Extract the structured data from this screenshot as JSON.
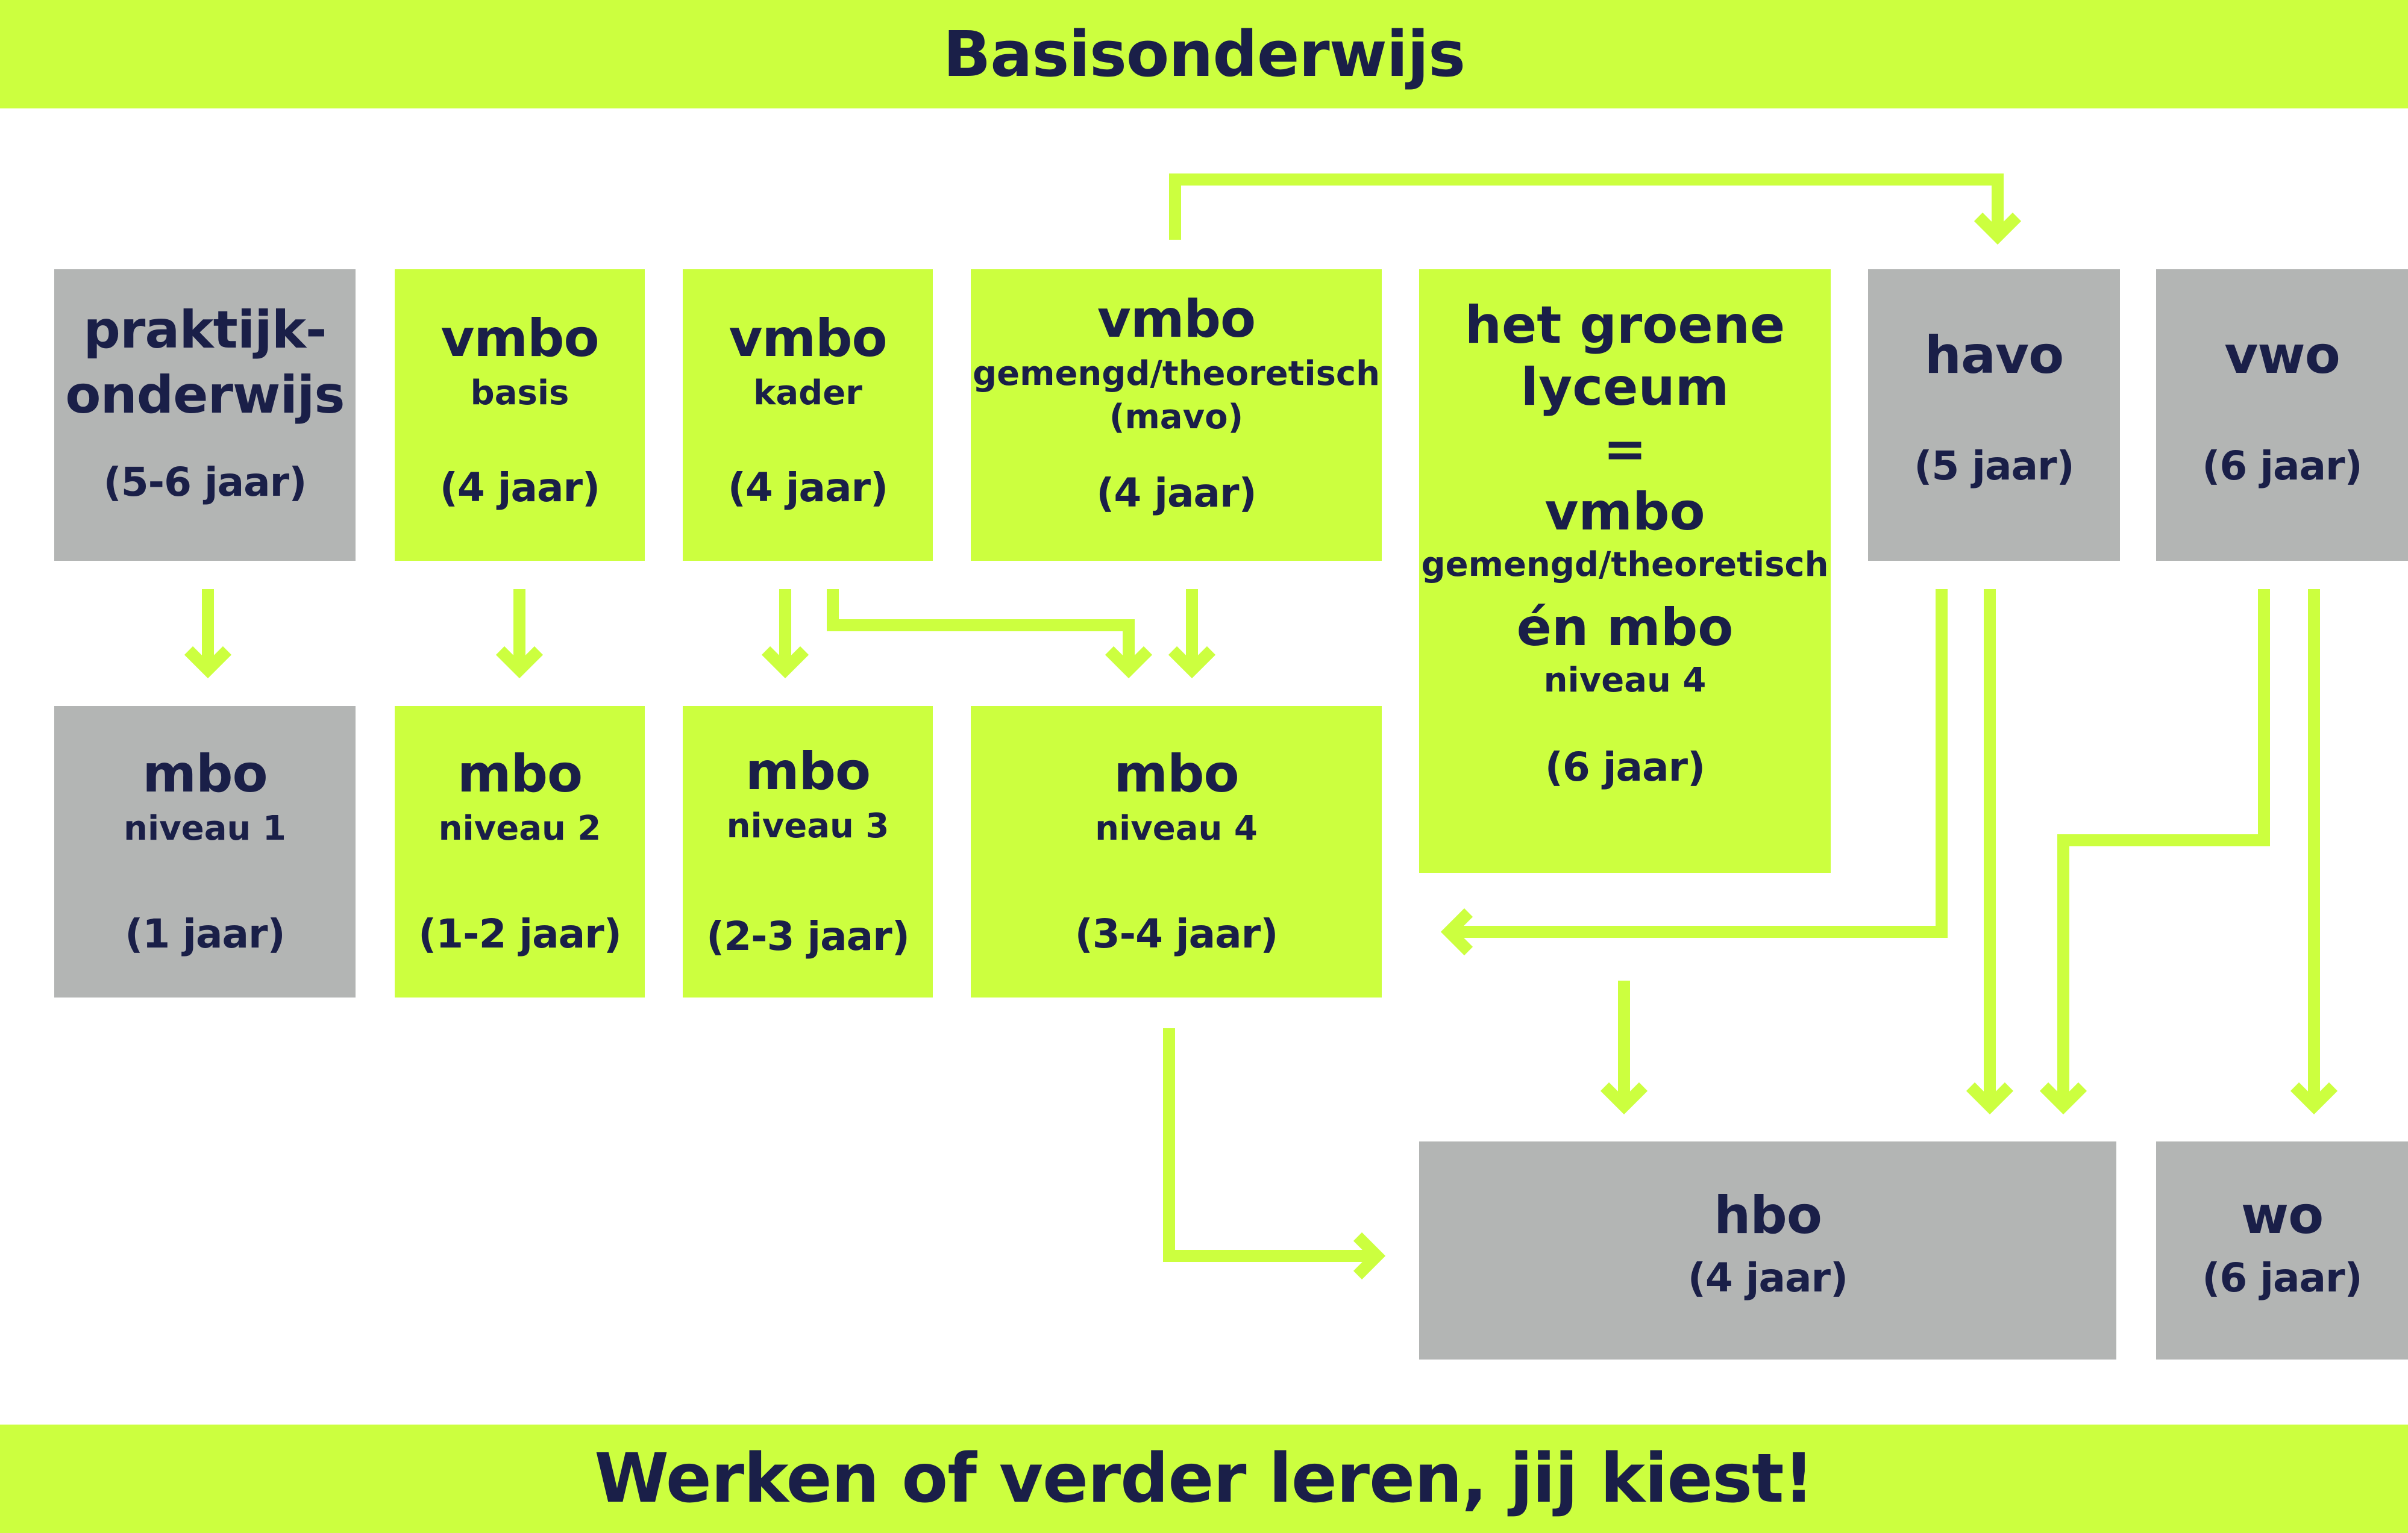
{
  "header": {
    "title": "Basisonderwijs"
  },
  "footer": {
    "title": "Werken of verder leren, jij kiest!"
  },
  "row1": {
    "praktijk": {
      "line1": "praktijk-",
      "line2": "onderwijs",
      "duration": "(5-6 jaar)"
    },
    "vmbo_basis": {
      "title": "vmbo",
      "sub": "basis",
      "duration": "(4 jaar)"
    },
    "vmbo_kader": {
      "title": "vmbo",
      "sub": "kader",
      "duration": "(4 jaar)"
    },
    "vmbo_gt": {
      "title": "vmbo",
      "sub1": "gemengd/theoretisch",
      "sub2": "(mavo)",
      "duration": "(4 jaar)"
    },
    "groene_lyceum": {
      "line1": "het groene",
      "line2": "lyceum",
      "line3": "=",
      "line4": "vmbo",
      "line5": "gemengd/theoretisch",
      "line6": "én mbo",
      "line7": "niveau 4",
      "duration": "(6 jaar)"
    },
    "havo": {
      "title": "havo",
      "duration": "(5 jaar)"
    },
    "vwo": {
      "title": "vwo",
      "duration": "(6 jaar)"
    }
  },
  "row2": {
    "mbo1": {
      "title": "mbo",
      "sub": "niveau 1",
      "duration": "(1 jaar)"
    },
    "mbo2": {
      "title": "mbo",
      "sub": "niveau 2",
      "duration": "(1-2 jaar)"
    },
    "mbo3": {
      "title": "mbo",
      "sub": "niveau 3",
      "duration": "(2-3 jaar)"
    },
    "mbo4": {
      "title": "mbo",
      "sub": "niveau 4",
      "duration": "(3-4 jaar)"
    }
  },
  "row3": {
    "hbo": {
      "title": "hbo",
      "duration": "(4 jaar)"
    },
    "wo": {
      "title": "wo",
      "duration": "(6 jaar)"
    }
  },
  "colors": {
    "green": "#ccff3f",
    "grey": "#b3b5b4",
    "text": "#1a1f48"
  }
}
